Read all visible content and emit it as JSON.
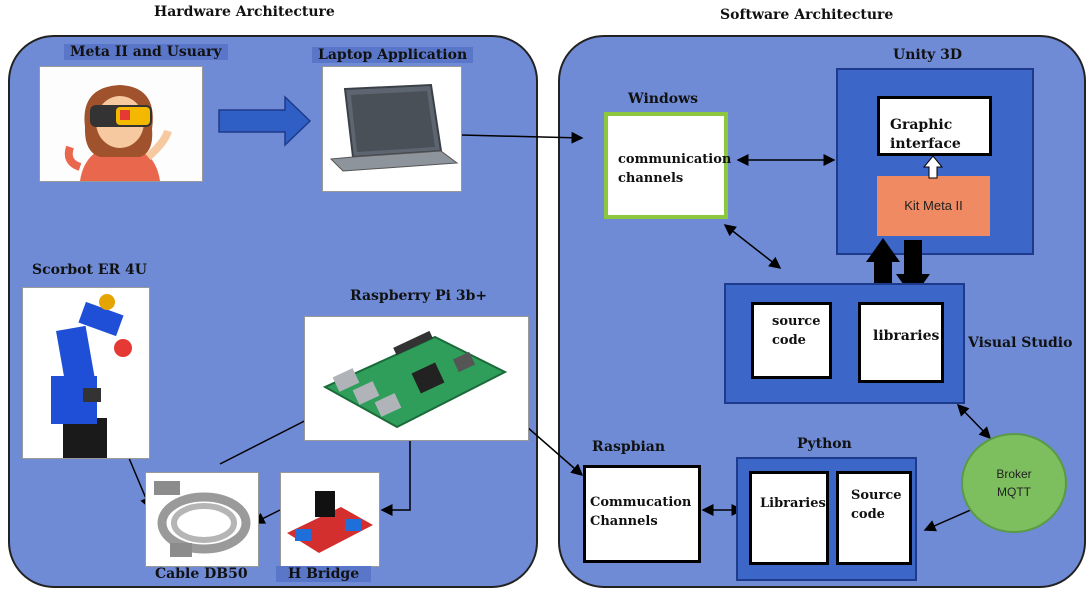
{
  "hardware": {
    "title": "Hardware Architecture",
    "meta_label": "Meta II and Usuary",
    "laptop_label": "Laptop Application",
    "scorbot_label": "Scorbot ER 4U",
    "raspberry_label": "Raspberry Pi 3b+",
    "cable_label": "Cable DB50",
    "hbridge_label": "H Bridge"
  },
  "software": {
    "title": "Software Architecture",
    "windows": {
      "title": "Windows",
      "box_text": "communication channels"
    },
    "unity": {
      "title": "Unity 3D",
      "graphic": "Graphic interface",
      "kit": "Kit Meta II"
    },
    "visual_studio": {
      "title": "Visual Studio",
      "source": "source code",
      "libraries": "libraries"
    },
    "raspbian": {
      "title": "Raspbian",
      "box_text": "Commucation Channels"
    },
    "python": {
      "title": "Python",
      "libraries": "Libraries",
      "source": "Source code"
    },
    "broker": {
      "text": "Broker MQTT"
    }
  },
  "colors": {
    "panel": "#6f8bd6",
    "inner_blue": "#3c66c7",
    "kit": "#f08a63",
    "broker": "#7dbf5e",
    "windows_border": "#8dc63f"
  }
}
